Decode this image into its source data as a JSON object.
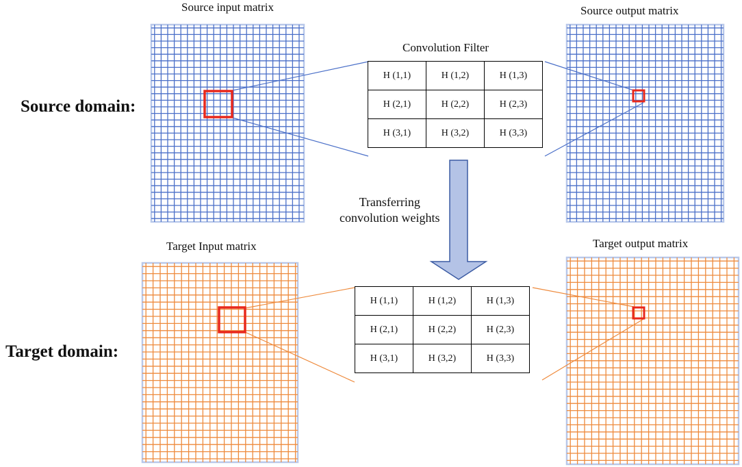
{
  "labels": {
    "source_input": "Source input matrix",
    "source_output": "Source output matrix",
    "target_input": "Target Input matrix",
    "target_output": "Target output matrix",
    "filter_title": "Convolution Filter",
    "transfer_line1": "Transferring",
    "transfer_line2": "convolution weights",
    "source_domain": "Source domain:",
    "target_domain": "Target domain:"
  },
  "filter_cells": [
    [
      "H (1,1)",
      "H (1,2)",
      "H (1,3)"
    ],
    [
      "H (2,1)",
      "H (2,2)",
      "H (2,3)"
    ],
    [
      "H (3,1)",
      "H (3,2)",
      "H (3,3)"
    ]
  ],
  "colors": {
    "source_grid": "#4a6fc8",
    "target_grid": "#ee8a3c",
    "matrix_border": "#b8c8ea",
    "highlight": "#e8281c",
    "arrow_fill": "#b4c3e6",
    "arrow_stroke": "#3b5ba3"
  }
}
